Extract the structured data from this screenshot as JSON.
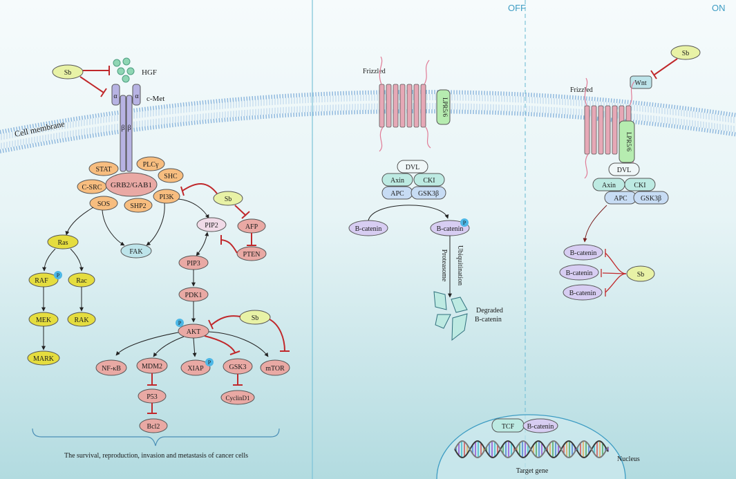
{
  "panels": {
    "off": "OFF",
    "on": "ON"
  },
  "membrane": {
    "label": "Cell membrane"
  },
  "left": {
    "hgf": "HGF",
    "cmet": "c-Met",
    "sb": "Sb",
    "alpha": "α",
    "beta": "β",
    "stat": "STAT",
    "plcy": "PLCγ",
    "shc": "SHC",
    "csrc": "C-SRC",
    "grb2": "GRB2/GAB1",
    "sos": "SOS",
    "shp2": "SHP2",
    "pi3k": "PI3K",
    "fak": "FAK",
    "ras": "Ras",
    "raf": "RAF",
    "rac": "Rac",
    "mek": "MEK",
    "rak": "RAK",
    "mark": "MARK",
    "pip2": "PIP2",
    "afp": "AFP",
    "pten": "PTEN",
    "pip3": "PIP3",
    "pdk1": "PDK1",
    "akt": "AKT",
    "nfkb": "NF-κB",
    "mdm2": "MDM2",
    "xiap": "XIAP",
    "gsk3": "GSK3",
    "mtor": "mTOR",
    "p53": "P53",
    "cyclind1": "CyclinD1",
    "bcl2": "Bcl2",
    "p": "P",
    "caption": "The survival, reproduction, invasion and metastasis of cancer cells"
  },
  "off": {
    "frizzled": "Frizzled",
    "lrp": "LPR5/6",
    "dvl": "DVL",
    "axin": "Axin",
    "cki": "CKI",
    "apc": "APC",
    "gsk3b": "GSK3β",
    "bcatenin": "B-catenin",
    "proteasome": "Proteasome",
    "ubiquitination": "Ubiquitination",
    "degraded1": "Degraded",
    "degraded2": "B-catenin"
  },
  "on": {
    "sb": "Sb",
    "wnt": "Wnt",
    "frizzled": "Frizzled",
    "lrp": "LPR5/6",
    "dvl": "DVL",
    "axin": "Axin",
    "cki": "CKI",
    "apc": "APC",
    "gsk3b": "GSK3β",
    "bcatenin": "B-catenin"
  },
  "nucleus": {
    "label": "Nucleus",
    "tcf": "TCF",
    "bcatenin": "B-catenin",
    "target": "Target gene"
  },
  "colors": {
    "sb": "#e8f2a6",
    "orange": "#f7bd7f",
    "pink": "#e9a9a4",
    "yellow": "#e5dd3f",
    "lavender": "#d7cdf2",
    "cyan": "#bde4ea",
    "blue": "#c7dcf4",
    "teal": "#bdeae2",
    "frizzled": "#e6a8b6",
    "lrp": "#b6ecb0",
    "inhibit": "#c0282b",
    "accent": "#3d9cc3"
  }
}
